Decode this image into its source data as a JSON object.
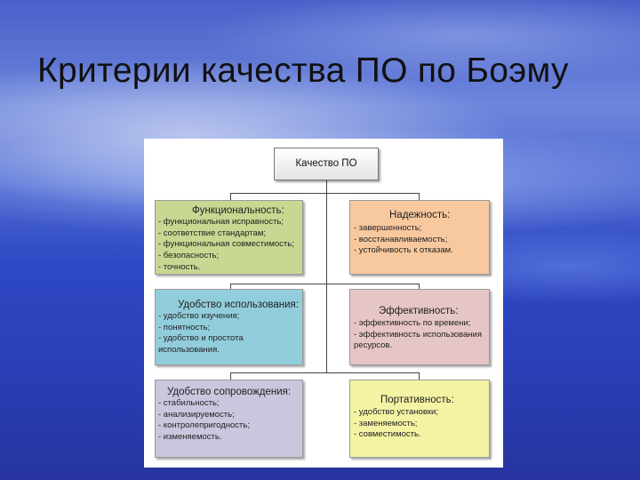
{
  "title": "Критерии качества ПО по Боэму",
  "root": {
    "label": "Качество ПО"
  },
  "boxes": [
    {
      "title": "Функциональность:",
      "items": [
        "- функциональная исправность;",
        "- соответствие стандартам;",
        "- функциональная совместимость;",
        "- безопасность;",
        "- точность."
      ]
    },
    {
      "title": "Надежность:",
      "items": [
        "- завершенность;",
        "- восстанавливаемость;",
        "- устойчивость к отказам."
      ]
    },
    {
      "title": "Удобство использования:",
      "items": [
        "- удобство изучения;",
        "- понятность;",
        "- удобство и простота",
        "использования."
      ]
    },
    {
      "title": "Эффективность:",
      "items": [
        "- эффективность по времени;",
        "- эффективность использования",
        "ресурсов."
      ]
    },
    {
      "title": "Удобство сопровождения:",
      "items": [
        "- стабильность;",
        "- анализируемость;",
        "- контролепригодность;",
        "- изменяемость."
      ]
    },
    {
      "title": "Портативность:",
      "items": [
        "- удобство установки;",
        "- заменяемость;",
        "- совместимость."
      ]
    }
  ],
  "colors": {
    "functionality": "#c8d791",
    "reliability": "#f8c89e",
    "usability": "#92cddc",
    "efficiency": "#e6c5c6",
    "maintainability": "#cbc5dd",
    "portability": "#f4f3a4"
  }
}
